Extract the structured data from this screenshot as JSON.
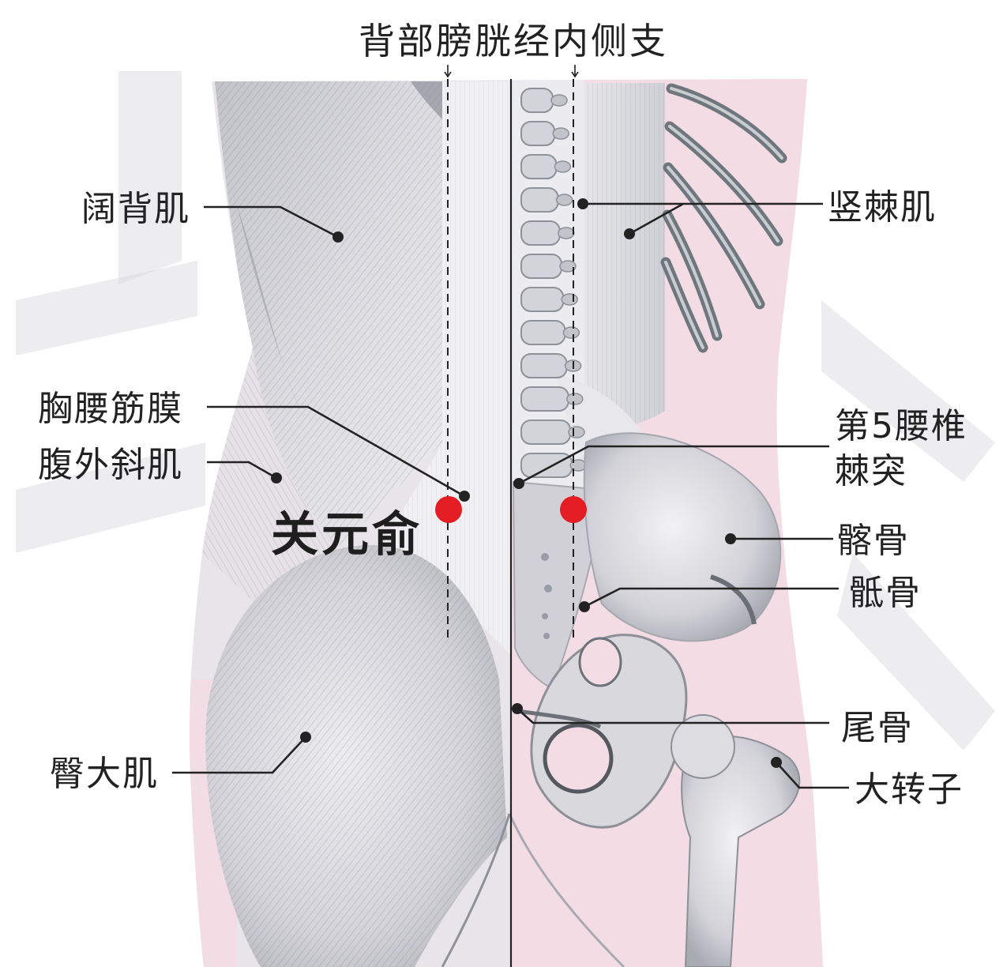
{
  "title": "背部膀胱经内侧支",
  "acupoint": {
    "name": "关元俞",
    "color": "#e41c23"
  },
  "labels": {
    "latissimus": "阔背肌",
    "erector": "竖棘肌",
    "thoracolumbar": "胸腰筋膜",
    "oblique": "腹外斜肌",
    "l5_line1": "第5腰椎",
    "l5_line2": "棘突",
    "ilium": "髂骨",
    "sacrum": "骶骨",
    "coccyx": "尾骨",
    "gluteus": "臀大肌",
    "trochanter": "大转子"
  },
  "colors": {
    "leader": "#222222",
    "skin_pink": "#f4dce5",
    "muscle_grey": "#cfcfd4",
    "bone_grey": "#d6d6db"
  }
}
